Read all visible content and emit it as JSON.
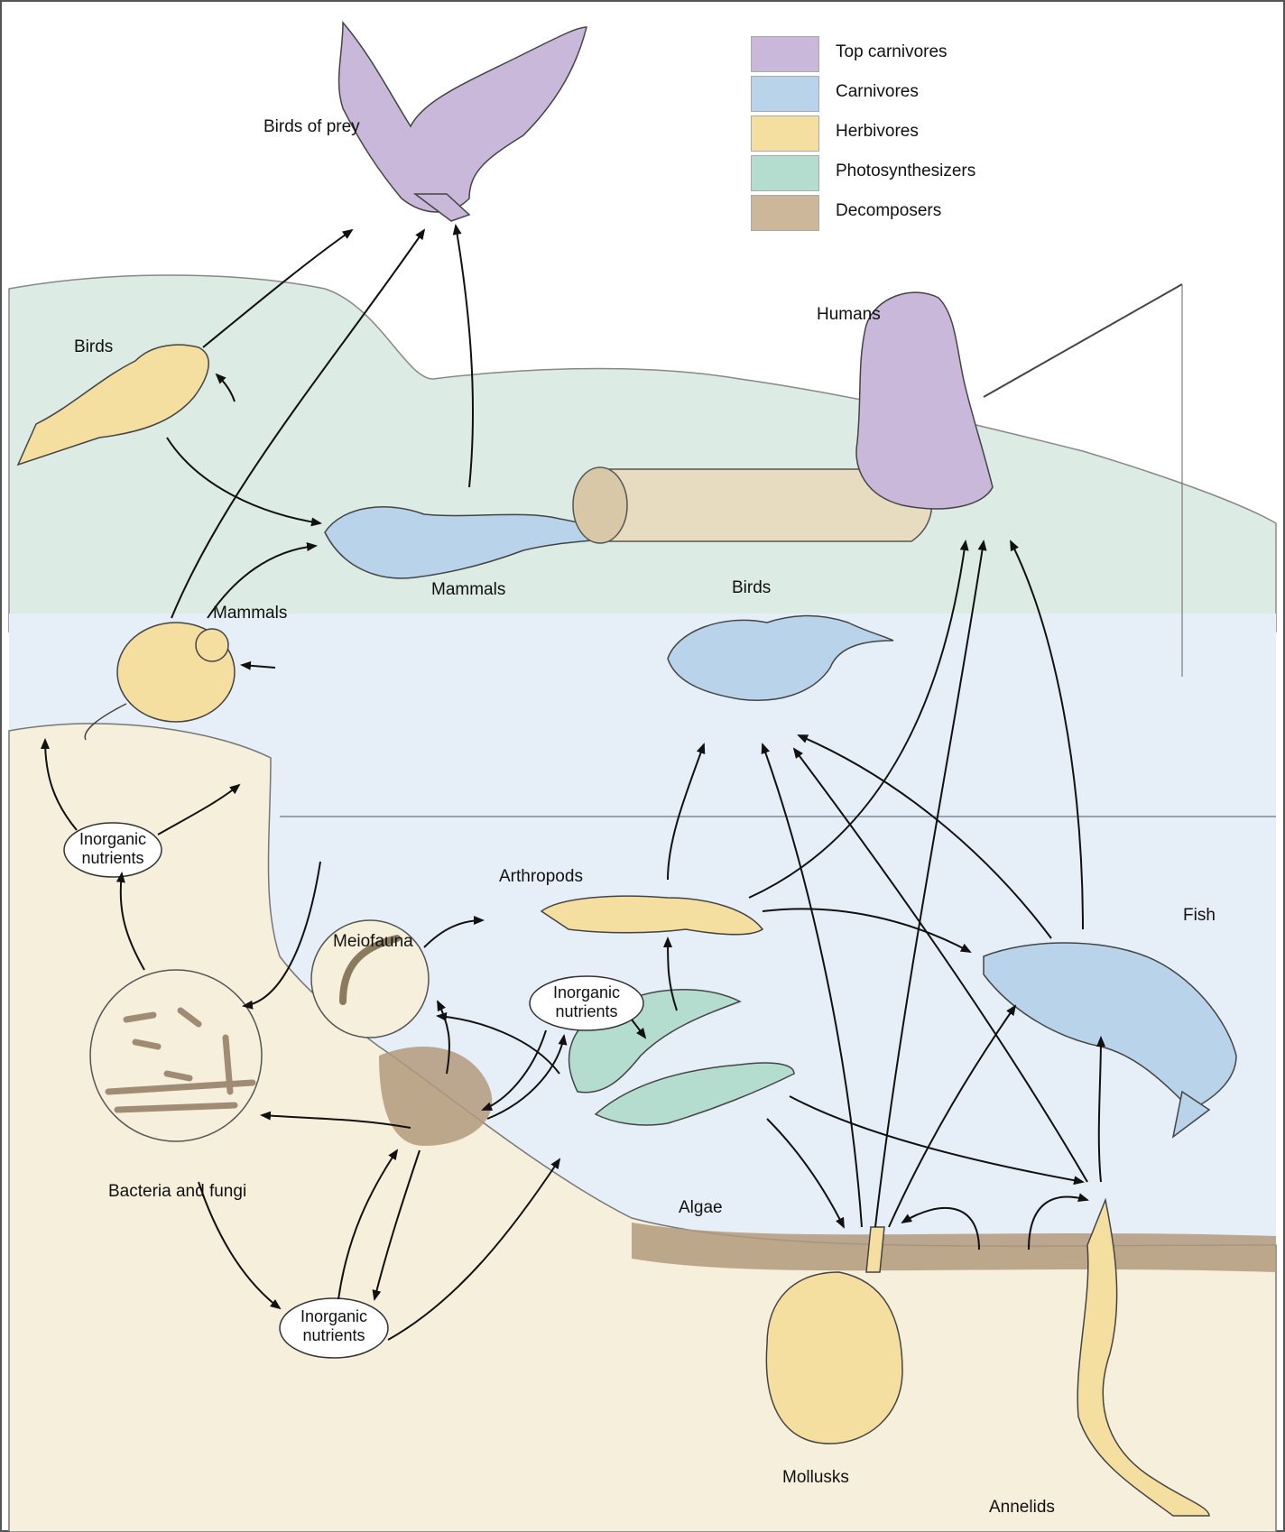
{
  "legend": [
    {
      "label": "Top carnivores",
      "color": "#c9b8d9"
    },
    {
      "label": "Carnivores",
      "color": "#b8d3ea"
    },
    {
      "label": "Herbivores",
      "color": "#f5dfa0"
    },
    {
      "label": "Photosynthesizers",
      "color": "#b5ddcf"
    },
    {
      "label": "Decomposers",
      "color": "#cdb79b"
    }
  ],
  "organisms": {
    "birds_of_prey": "Birds of prey",
    "birds_top": "Birds",
    "humans": "Humans",
    "mammals_carnivore": "Mammals",
    "mammals_herbivore": "Mammals",
    "birds_wading": "Birds",
    "arthropods": "Arthropods",
    "meiofauna": "Meiofauna",
    "fish": "Fish",
    "algae": "Algae",
    "bacteria_fungi": "Bacteria and fungi",
    "mollusks": "Mollusks",
    "annelids": "Annelids"
  },
  "nutrients": {
    "left": "Inorganic nutrients",
    "middle": "Inorganic nutrients",
    "bottom": "Inorganic nutrients"
  },
  "colors": {
    "top_carnivore": "#c9b8d9",
    "carnivore": "#b8d3ea",
    "herbivore": "#f5dfa0",
    "photosynthesizer": "#b5ddcf",
    "decomposer": "#cdb79b",
    "land": "#dcebe3",
    "water": "#e6eff8",
    "sediment": "#f6efdc",
    "mud": "#b39a7c"
  }
}
